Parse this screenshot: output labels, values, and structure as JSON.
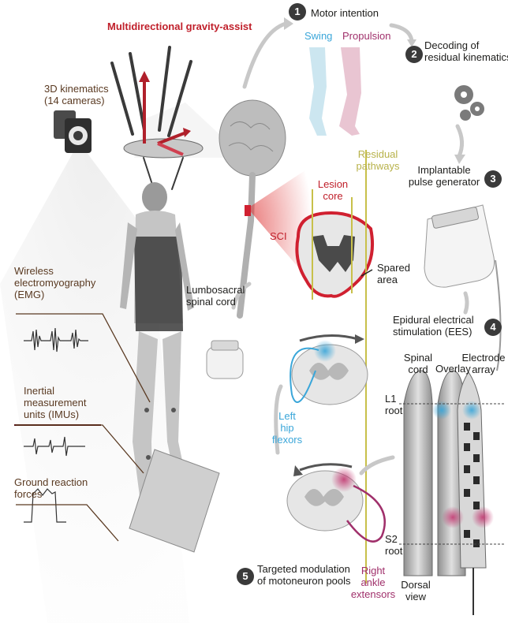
{
  "title": "Multidirectional gravity-assist",
  "labels": {
    "kinematics": "3D kinematics\n(14 cameras)",
    "emg": "Wireless\nelectromyography\n(EMG)",
    "imu": "Inertial\nmeasurement\nunits (IMUs)",
    "grf": "Ground reaction\nforces",
    "lumbosacral": "Lumbosacral\nspinal cord",
    "sci": "SCI",
    "lesion_core": "Lesion\ncore",
    "residual_pathways": "Residual\npathways",
    "spared_area": "Spared\narea",
    "left_hip_flexors": "Left\nhip\nflexors",
    "right_ankle_extensors": "Right\nankle\nextensors",
    "swing": "Swing",
    "propulsion": "Propulsion",
    "spinal_cord": "Spinal\ncord",
    "overlay": "Overlay",
    "electrode_array": "Electrode\narray",
    "l1_root": "L1\nroot",
    "s2_root": "S2\nroot",
    "dorsal_view": "Dorsal\nview"
  },
  "steps": [
    {
      "number": "1",
      "text": "Motor intention"
    },
    {
      "number": "2",
      "text": "Decoding of\nresidual kinematics"
    },
    {
      "number": "3",
      "text": "Implantable\npulse generator"
    },
    {
      "number": "4",
      "text": "Epidural electrical\nstimulation (EES)"
    },
    {
      "number": "5",
      "text": "Targeted modulation\nof motoneuron pools"
    }
  ],
  "colors": {
    "title_red": "#c0202b",
    "brown": "#5a3a22",
    "swing_blue": "#3aa6d9",
    "propulsion_magenta": "#a0306b",
    "residual_olive": "#b8b24a",
    "badge_dark": "#3a3a3a"
  }
}
